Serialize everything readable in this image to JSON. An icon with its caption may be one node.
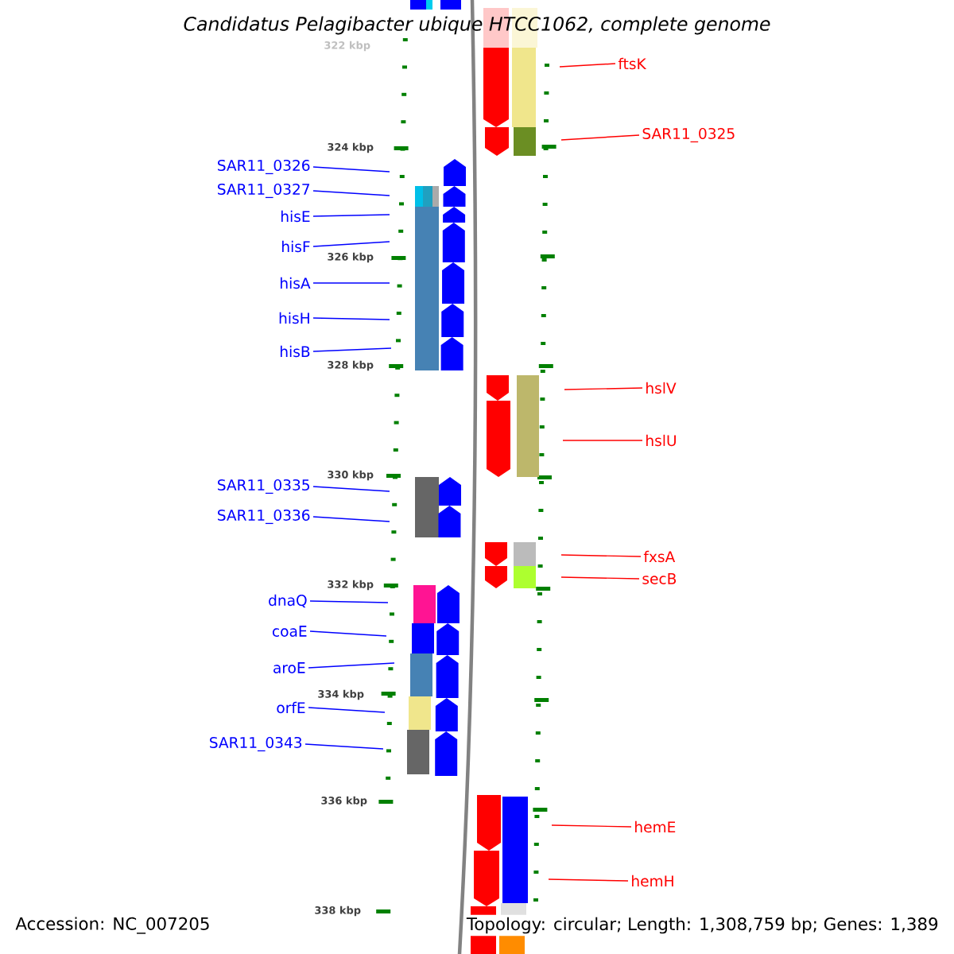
{
  "diagram": {
    "title": "Candidatus Pelagibacter ubique HTCC1062, complete genome",
    "nodes": [
      {
        "text": [
          "SAR11_0326"
        ]
      },
      {
        "text": [
          "SAR11_0327"
        ]
      },
      {
        "text": [
          "hisE"
        ]
      },
      {
        "text": [
          "hisF"
        ]
      },
      {
        "text": [
          "hisA"
        ]
      },
      {
        "text": [
          "hisH"
        ]
      },
      {
        "text": [
          "hisB"
        ]
      },
      {
        "text": [
          "SAR11_0335"
        ]
      },
      {
        "text": [
          "SAR11_0336"
        ]
      },
      {
        "text": [
          "dnaQ"
        ]
      },
      {
        "text": [
          "coaE"
        ]
      },
      {
        "text": [
          "aroE"
        ]
      },
      {
        "text": [
          "orfE"
        ]
      },
      {
        "text": [
          "SAR11_0343"
        ]
      },
      {
        "text": [
          "ftsK"
        ]
      },
      {
        "text": [
          "SAR11_0325"
        ]
      },
      {
        "text": [
          "hslV"
        ]
      },
      {
        "text": [
          "hslU"
        ]
      },
      {
        "text": [
          "fxsA"
        ]
      },
      {
        "text": [
          "secB"
        ]
      },
      {
        "text": [
          "hemE"
        ]
      },
      {
        "text": [
          "hemH"
        ]
      }
    ],
    "edges": [
      {
        "from": 0,
        "to": null,
        "arrow": "none"
      },
      {
        "from": 1,
        "to": null,
        "arrow": "none"
      },
      {
        "from": 2,
        "to": null,
        "arrow": "none"
      },
      {
        "from": 3,
        "to": null,
        "arrow": "none"
      },
      {
        "from": 4,
        "to": null,
        "arrow": "none"
      },
      {
        "from": 5,
        "to": null,
        "arrow": "none"
      },
      {
        "from": 6,
        "to": null,
        "arrow": "none"
      },
      {
        "from": 7,
        "to": null,
        "arrow": "none"
      },
      {
        "from": 8,
        "to": null,
        "arrow": "none"
      },
      {
        "from": 9,
        "to": null,
        "arrow": "none"
      },
      {
        "from": 10,
        "to": null,
        "arrow": "none"
      },
      {
        "from": 11,
        "to": null,
        "arrow": "none"
      },
      {
        "from": 12,
        "to": null,
        "arrow": "none"
      },
      {
        "from": 13,
        "to": null,
        "arrow": "none"
      },
      {
        "from": 14,
        "to": null,
        "arrow": "none",
        "color": "#ff0000"
      },
      {
        "from": 15,
        "to": null,
        "arrow": "none",
        "color": "#ff0000"
      },
      {
        "from": 16,
        "to": null,
        "arrow": "none",
        "color": "#ff0000"
      },
      {
        "from": 17,
        "to": null,
        "arrow": "none",
        "color": "#ff0000"
      },
      {
        "from": 18,
        "to": null,
        "arrow": "none",
        "color": "#ff0000"
      },
      {
        "from": 19,
        "to": null,
        "arrow": "none",
        "color": "#ff0000"
      },
      {
        "from": 20,
        "to": null,
        "arrow": "none",
        "color": "#ff0000"
      },
      {
        "from": 21,
        "to": null,
        "arrow": "none",
        "color": "#ff0000"
      }
    ],
    "labels": [
      "322 kbp",
      "324 kbp",
      "326 kbp",
      "328 kbp",
      "330 kbp",
      "332 kbp",
      "334 kbp",
      "336 kbp",
      "338 kbp",
      "Accession: NC_007205",
      "Topology: circular; Length: 1,308,759 bp; Genes: 1,389"
    ]
  }
}
